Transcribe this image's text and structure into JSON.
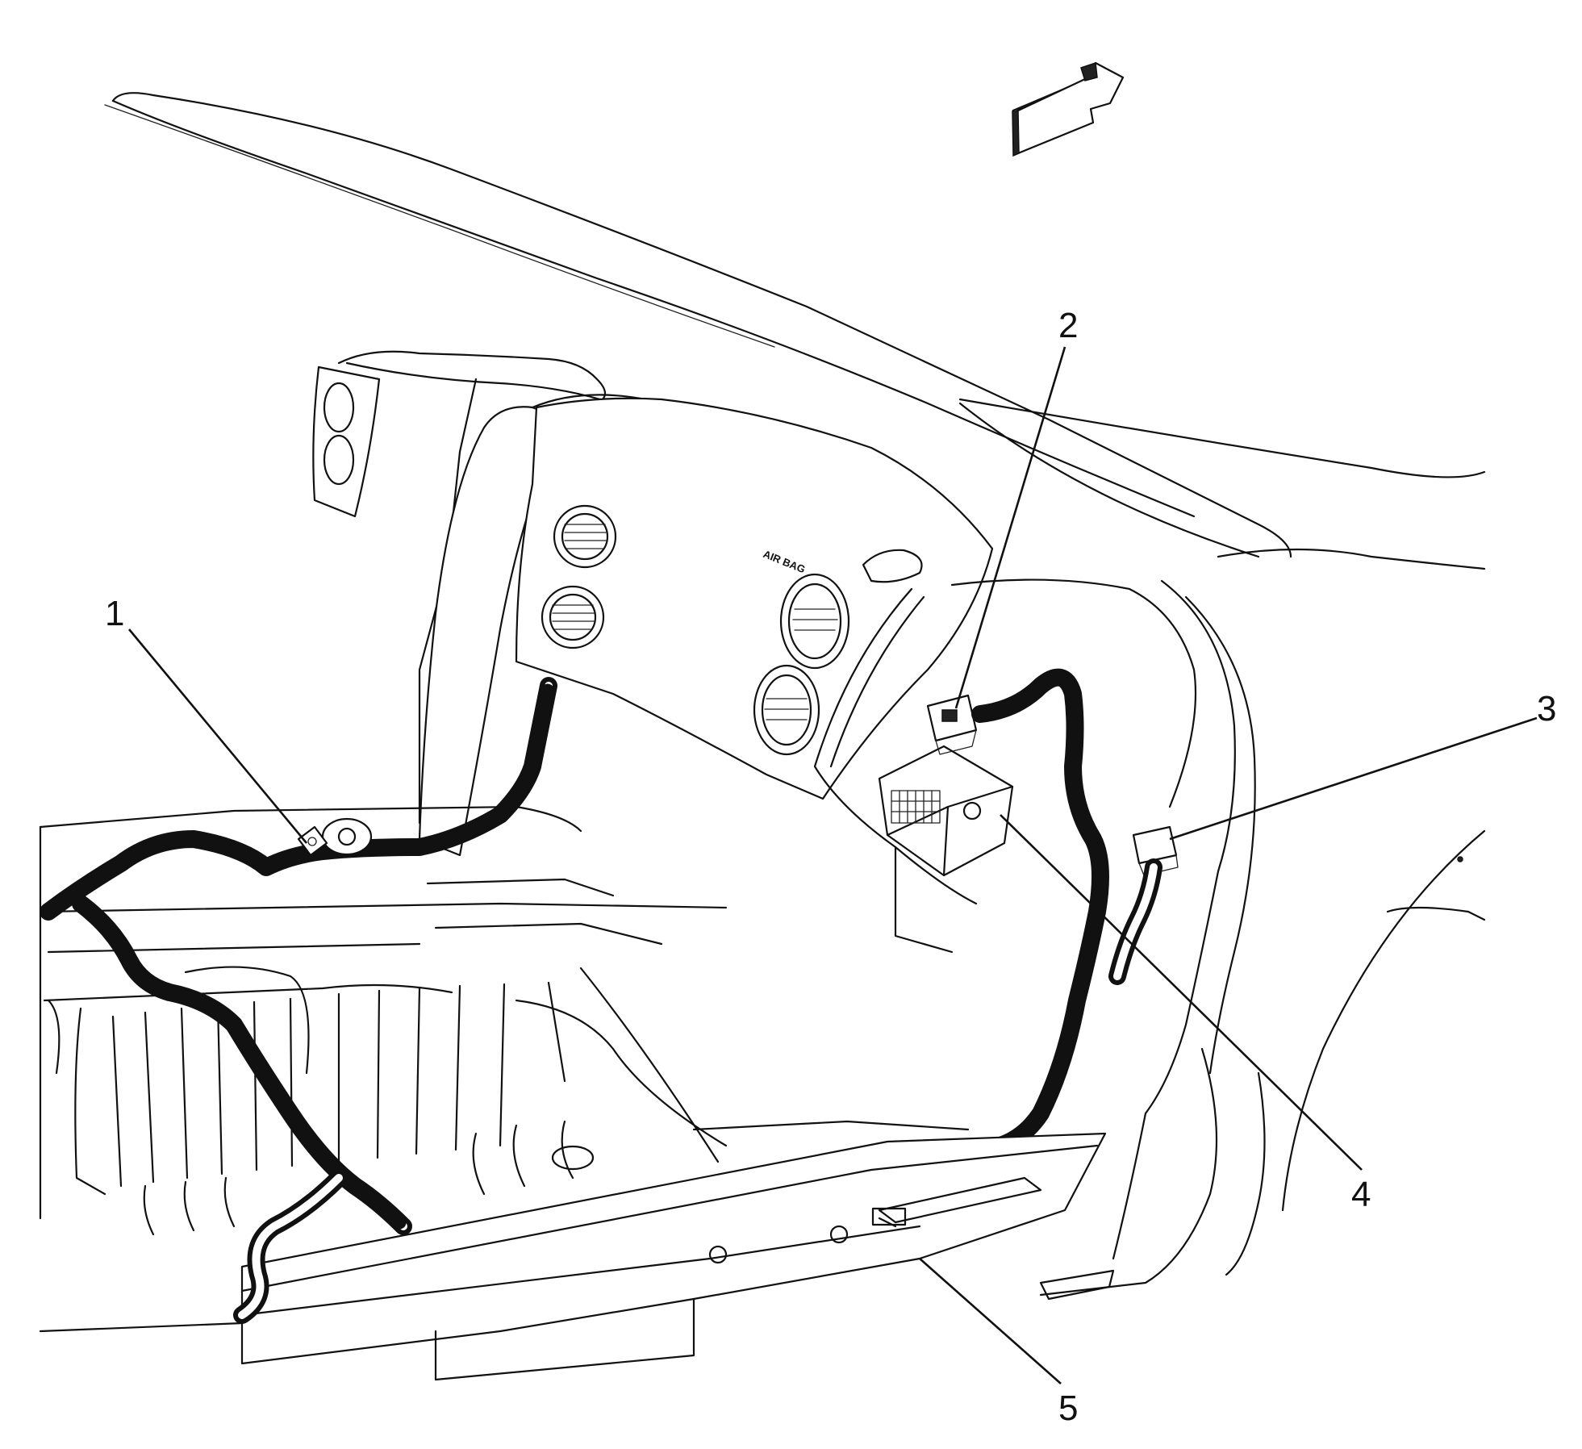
{
  "diagram": {
    "dash_label": "AIR BAG",
    "callouts": [
      {
        "id": "1",
        "label": "1"
      },
      {
        "id": "2",
        "label": "2"
      },
      {
        "id": "3",
        "label": "3"
      },
      {
        "id": "4",
        "label": "4"
      },
      {
        "id": "5",
        "label": "5"
      }
    ],
    "icons": {
      "orientation_arrow": "forward-direction-arrow-icon"
    }
  }
}
